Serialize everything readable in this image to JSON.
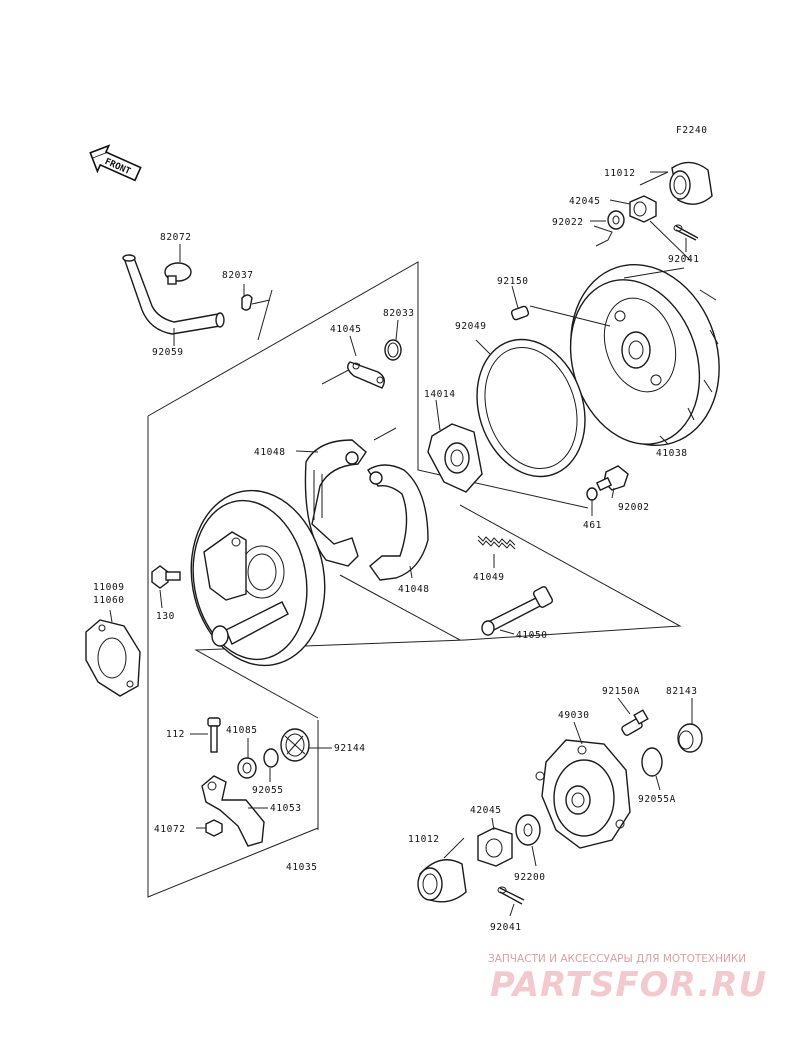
{
  "diagram": {
    "code": "F2240",
    "front_label": "FRONT",
    "labels": {
      "p11012_top": "11012",
      "p42045_top": "42045",
      "p92022": "92022",
      "p92041_top": "92041",
      "p92150": "92150",
      "p92049": "92049",
      "p82072": "82072",
      "p82037": "82037",
      "p82033": "82033",
      "p41045": "41045",
      "p92059": "92059",
      "p14014": "14014",
      "p41038": "41038",
      "p92002": "92002",
      "p461": "461",
      "p41048_a": "41048",
      "p41048_b": "41048",
      "p41049": "41049",
      "p41050": "41050",
      "p11009": "11009",
      "p11060": "11060",
      "p130": "130",
      "p112": "112",
      "p41085": "41085",
      "p92144": "92144",
      "p92055": "92055",
      "p41053": "41053",
      "p41072": "41072",
      "p41035": "41035",
      "p92150A": "92150A",
      "p82143": "82143",
      "p49030": "49030",
      "p92055A": "92055A",
      "p42045_bot": "42045",
      "p11012_bot": "11012",
      "p92200": "92200",
      "p92041_bot": "92041"
    }
  },
  "watermark": {
    "tagline": "ЗАПЧАСТИ И АКСЕССУАРЫ ДЛЯ МОТОТЕХНИКИ",
    "brand": "PARTSFOR.RU",
    "color": "#e8a9b2"
  }
}
